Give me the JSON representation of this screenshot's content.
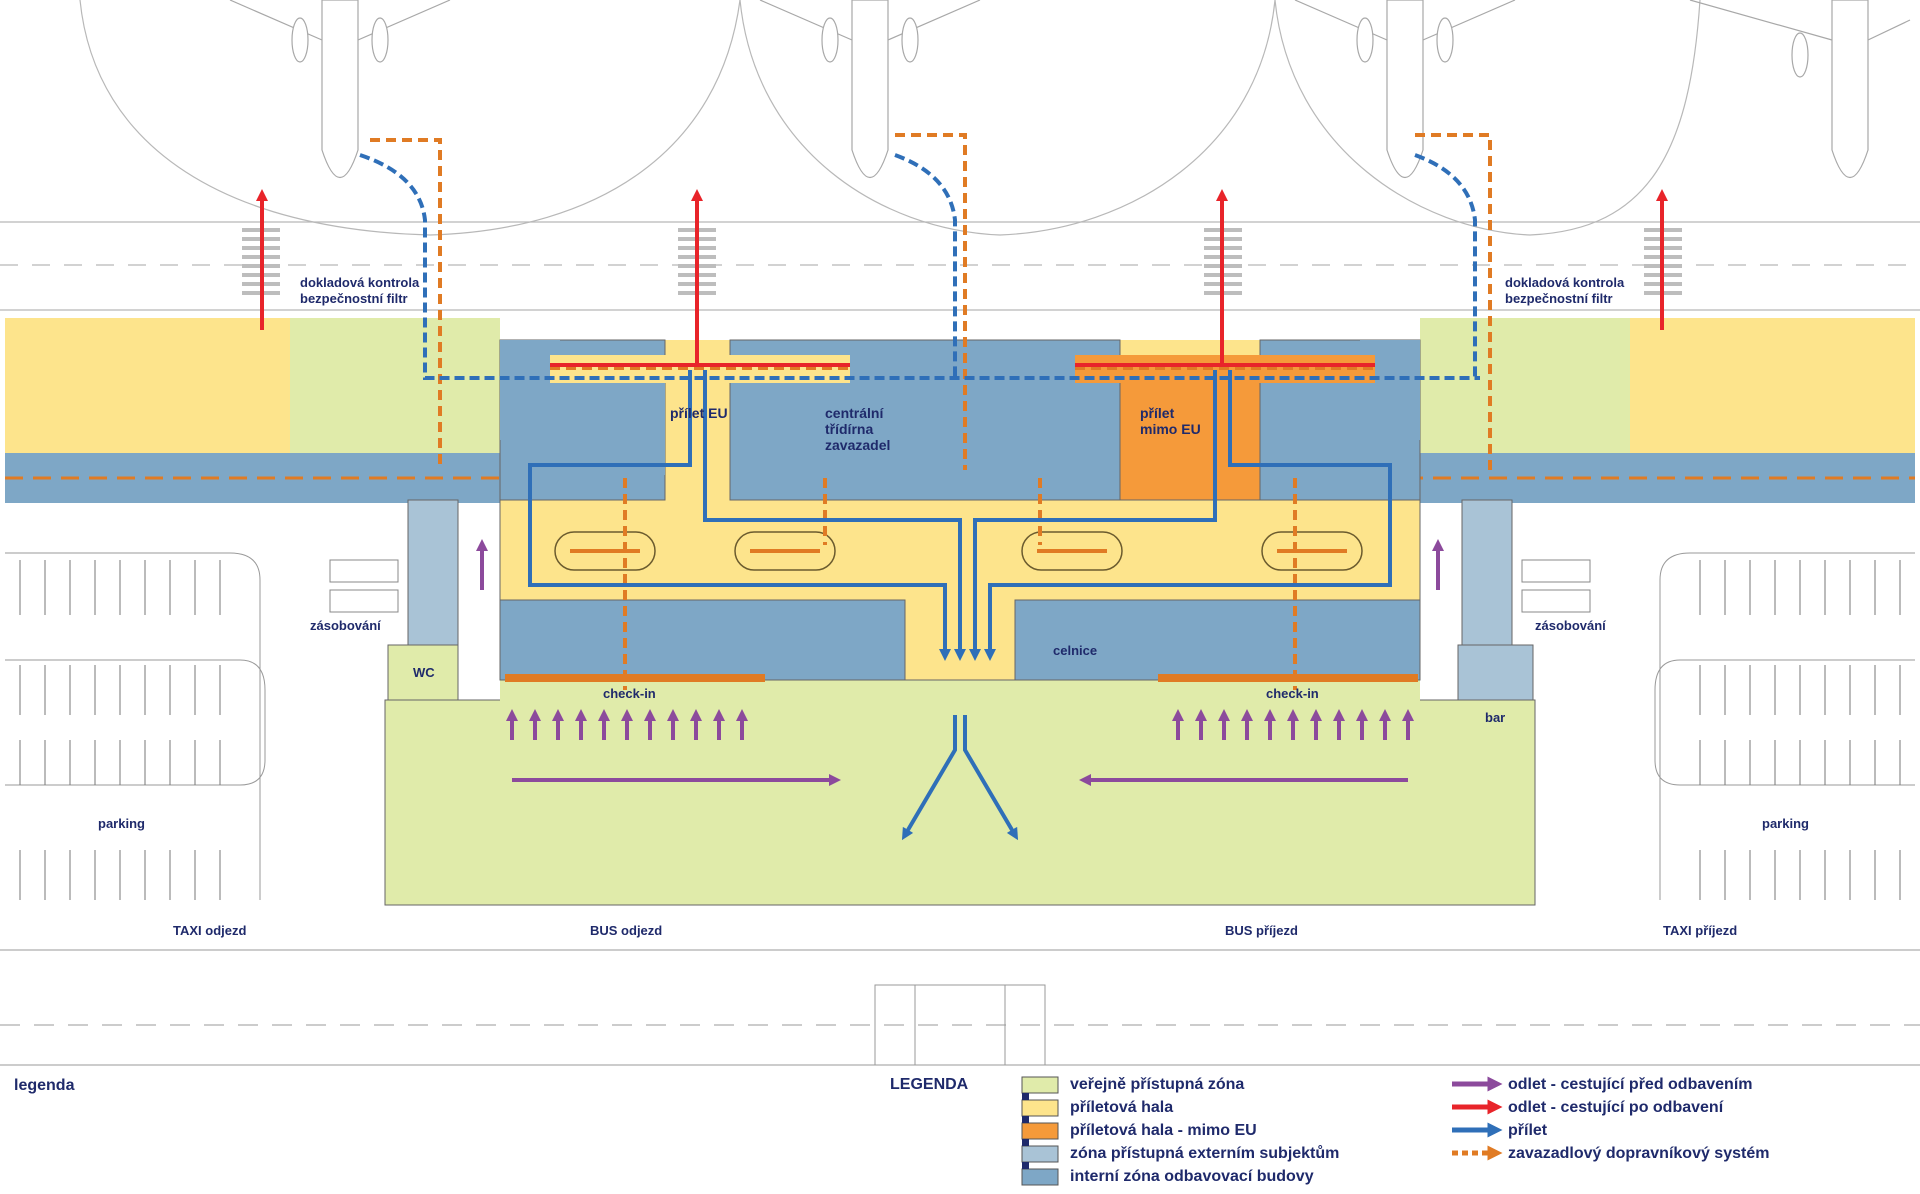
{
  "colors": {
    "public_zone": "#e0ebaa",
    "arrival_hall": "#fde48c",
    "arrival_non_eu": "#f59a3a",
    "external_zone": "#a9c3d6",
    "internal_zone": "#7ea7c6",
    "departure_before": "#8c4a9c",
    "departure_after": "#e8242a",
    "arrival": "#2f6fb8",
    "baggage": "#e07b24"
  },
  "labels": {
    "security_left": [
      "dokladová kontrola",
      "bezpečnostní filtr"
    ],
    "security_right": [
      "dokladová kontrola",
      "bezpečnostní filtr"
    ],
    "arrival_eu": "přílet EU",
    "sorting": [
      "centrální",
      "třídírna",
      "zavazadel"
    ],
    "arrival_non_eu": [
      "přílet",
      "mimo EU"
    ],
    "supply_left": "zásobování",
    "supply_right": "zásobování",
    "wc": "WC",
    "customs": "celnice",
    "checkin_left": "check-in",
    "checkin_right": "check-in",
    "bar": "bar",
    "parking_left": "parking",
    "parking_right": "parking",
    "taxi_departure": "TAXI odjezd",
    "bus_departure": "BUS odjezd",
    "bus_arrival": "BUS příjezd",
    "taxi_arrival": "TAXI příjezd"
  },
  "legend": {
    "title_small": "legenda",
    "title": "LEGENDA",
    "zones": [
      {
        "label": "veřejně přístupná zóna",
        "color": "#e0ebaa"
      },
      {
        "label": "příletová hala",
        "color": "#fde48c"
      },
      {
        "label": "příletová hala - mimo EU",
        "color": "#f59a3a"
      },
      {
        "label": "zóna přístupná externím subjektům",
        "color": "#a9c3d6"
      },
      {
        "label": "interní zóna odbavovací budovy",
        "color": "#7ea7c6"
      }
    ],
    "flows": [
      {
        "label": "odlet - cestující před odbavením",
        "color": "#8c4a9c",
        "style": "solid"
      },
      {
        "label": "odlet - cestující po odbavení",
        "color": "#e8242a",
        "style": "solid"
      },
      {
        "label": "přílet",
        "color": "#2f6fb8",
        "style": "solid"
      },
      {
        "label": "zavazadlový dopravníkový systém",
        "color": "#e07b24",
        "style": "dashed"
      }
    ]
  }
}
